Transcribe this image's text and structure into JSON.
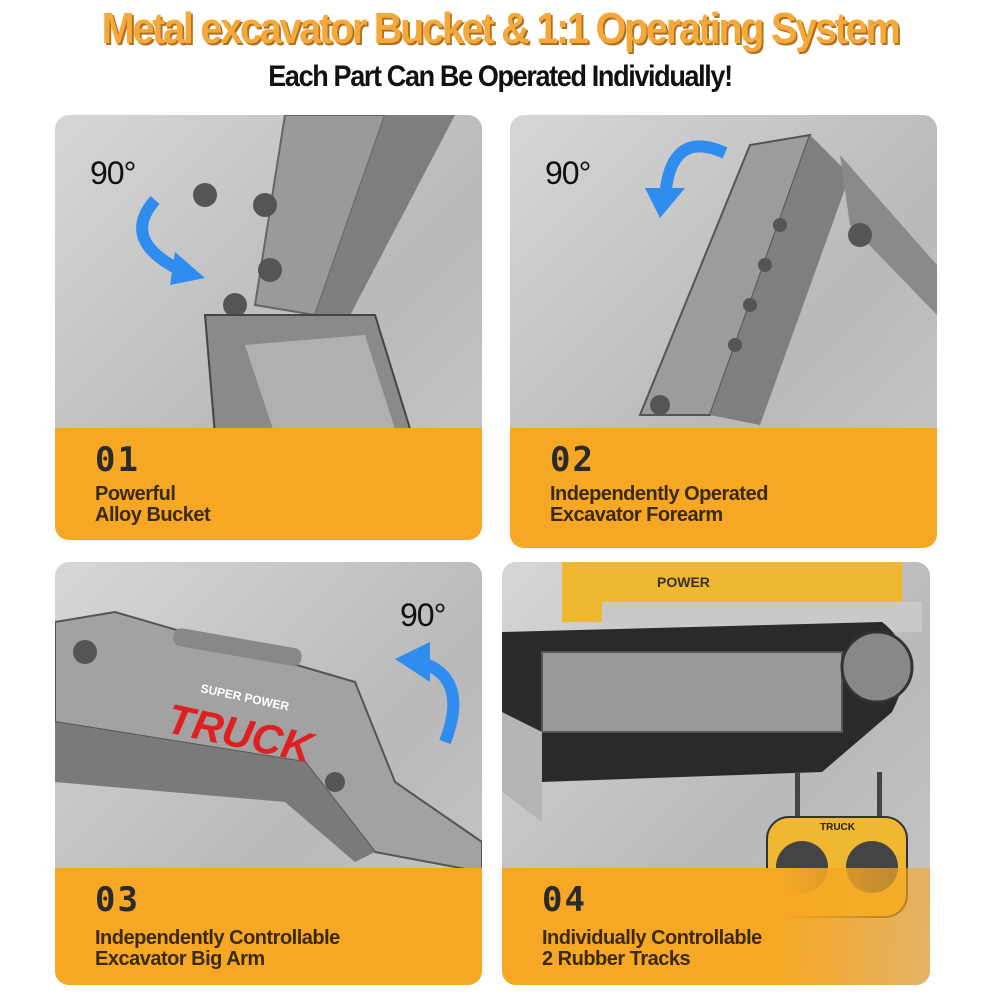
{
  "header": {
    "title": "Metal excavator Bucket & 1:1 Operating System",
    "subtitle": "Each Part Can Be Operated Individually!"
  },
  "colors": {
    "accent_orange": "#f6a825",
    "title_orange": "#f4a93a",
    "arrow_blue": "#2f8df0",
    "panel_gray": "#c4c4c4"
  },
  "panels": [
    {
      "number": "01",
      "caption_line1": "Powerful",
      "caption_line2": "Alloy Bucket",
      "rotation": "90°",
      "icon": "curved-arrow-down-right-icon"
    },
    {
      "number": "02",
      "caption_line1": "Independently Operated",
      "caption_line2": "Excavator Forearm",
      "rotation": "90°",
      "icon": "curved-arrow-down-left-icon"
    },
    {
      "number": "03",
      "caption_line1": "Independently Controllable",
      "caption_line2": "Excavator Big Arm",
      "rotation": "90°",
      "icon": "curved-arrow-up-left-icon",
      "arm_logo_small": "SUPER POWER",
      "arm_logo_big": "TRUCK"
    },
    {
      "number": "04",
      "caption_line1": "Individually Controllable",
      "caption_line2": "2 Rubber Tracks",
      "body_label": "POWER",
      "remote_label": "TRUCK"
    }
  ]
}
